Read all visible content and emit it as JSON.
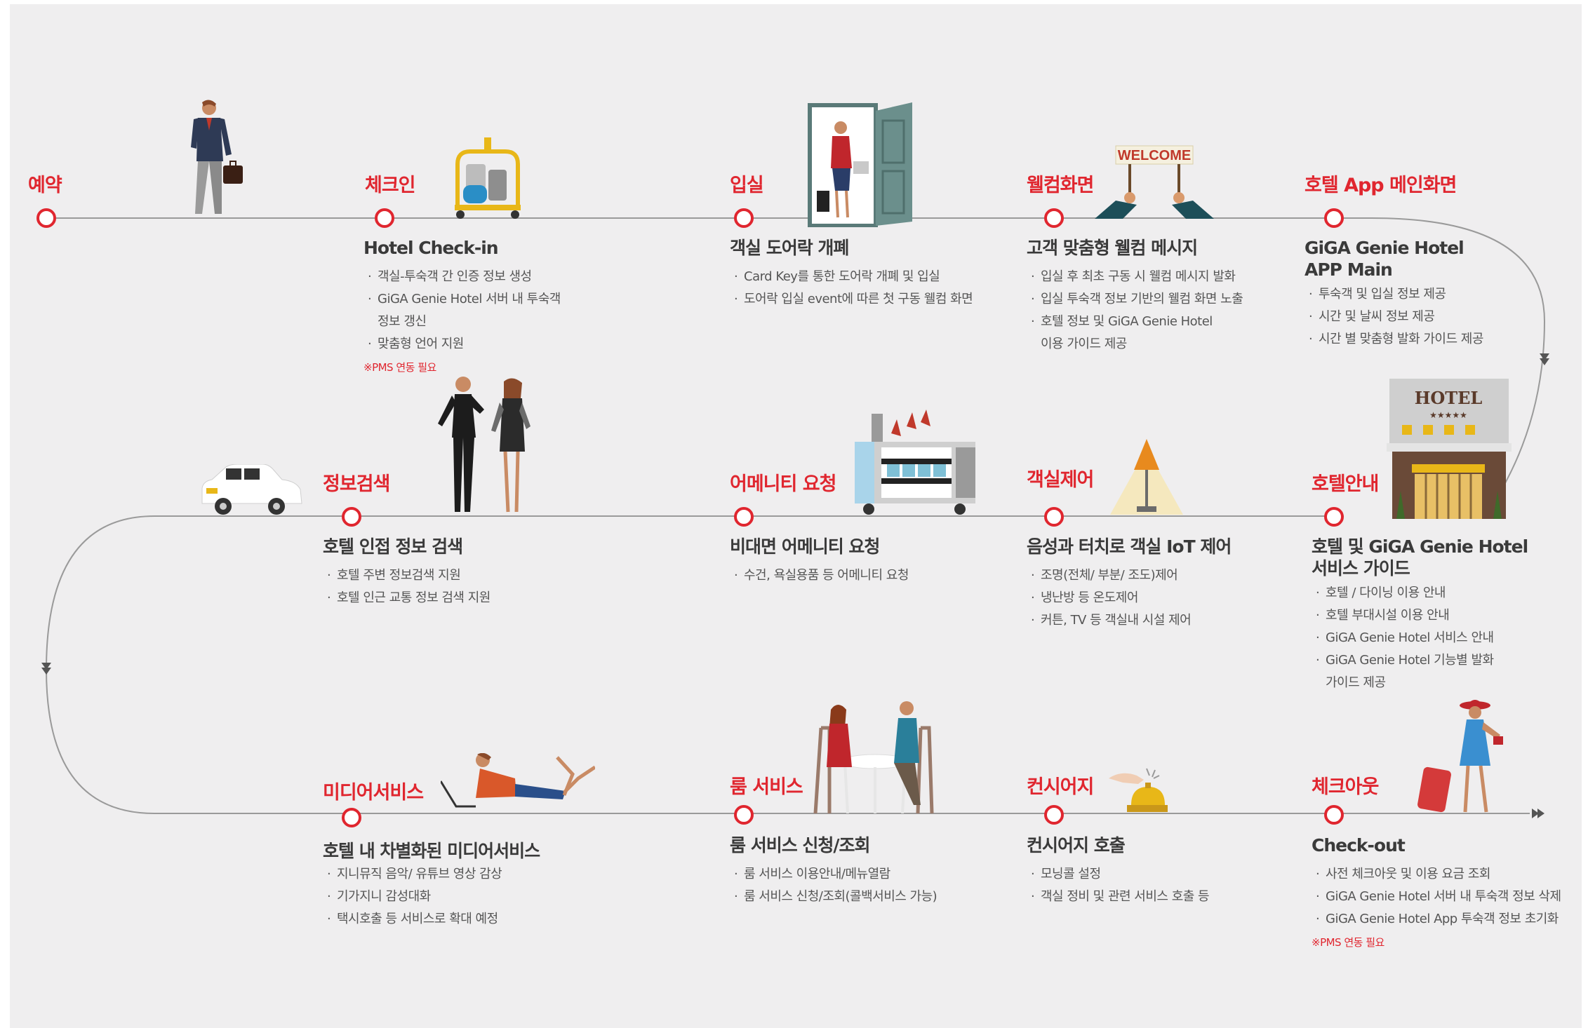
{
  "colors": {
    "accent": "#e0262f",
    "line": "#a0a0a0",
    "background": "#efeeef"
  },
  "steps": [
    {
      "id": "reserve",
      "label": "예약"
    },
    {
      "id": "checkin",
      "label": "체크인",
      "title": "Hotel Check-in",
      "items": [
        "객실-투숙객 간 인증 정보 생성",
        "GiGA Genie Hotel 서버 내 투숙객",
        "맞춤형 언어 지원"
      ],
      "item_cont": "정보 갱신",
      "note": "※PMS 연동 필요"
    },
    {
      "id": "enter",
      "label": "입실",
      "title": "객실 도어락 개폐",
      "items": [
        "Card Key를 통한 도어락 개폐 및 입실",
        "도어락 입실 event에 따른 첫 구동 웰컴 화면"
      ]
    },
    {
      "id": "welcome",
      "label": "웰컴화면",
      "title": "고객 맞춤형 웰컴 메시지",
      "items": [
        "입실 후 최초 구동 시 웰컴 메시지 발화",
        "입실 투숙객 정보 기반의 웰컴 화면 노출",
        "호텔 정보 및 GiGA Genie Hotel"
      ],
      "item_cont": "이용 가이드 제공",
      "sign": "WELCOME"
    },
    {
      "id": "appmain",
      "label": "호텔 App 메인화면",
      "title_line1": "GiGA Genie Hotel",
      "title_line2": "APP Main",
      "items": [
        "투숙객 및 입실 정보 제공",
        "시간 및 날씨 정보 제공",
        "시간 별 맞춤형 발화 가이드 제공"
      ]
    },
    {
      "id": "info",
      "label": "정보검색",
      "title": "호텔 인접 정보 검색",
      "items": [
        "호텔 주변 정보검색 지원",
        "호텔 인근 교통 정보 검색 지원"
      ]
    },
    {
      "id": "amenity",
      "label": "어메니티 요청",
      "title": "비대면 어메니티 요청",
      "items": [
        "수건, 욕실용품 등 어메니티 요청"
      ]
    },
    {
      "id": "room",
      "label": "객실제어",
      "title": "음성과 터치로 객실 IoT 제어",
      "items": [
        "조명(전체/ 부분/ 조도)제어",
        "냉난방 등 온도제어",
        "커튼, TV 등 객실내 시설 제어"
      ]
    },
    {
      "id": "guide",
      "label": "호텔안내",
      "title_line1": "호텔 및 GiGA Genie Hotel",
      "title_line2": "서비스 가이드",
      "items": [
        "호텔 / 다이닝 이용 안내",
        "호텔 부대시설 이용 안내",
        "GiGA Genie Hotel 서비스 안내",
        "GiGA Genie Hotel  기능별 발화"
      ],
      "item_cont": "가이드 제공",
      "hotel_sign": "HOTEL",
      "stars": "★★★★★"
    },
    {
      "id": "media",
      "label": "미디어서비스",
      "title": "호텔 내 차별화된 미디어서비스",
      "items": [
        "지니뮤직 음악/ 유튜브 영상 감상",
        "기가지니 감성대화",
        "택시호출 등 서비스로 확대 예정"
      ]
    },
    {
      "id": "roomservice",
      "label": "룸 서비스",
      "title": "룸 서비스 신청/조회",
      "items": [
        "룸 서비스 이용안내/메뉴열람",
        "룸 서비스 신청/조회(콜백서비스 가능)"
      ]
    },
    {
      "id": "concierge",
      "label": "컨시어지",
      "title": "컨시어지 호출",
      "items": [
        "모닝콜 설정",
        "객실 정비 및 관련 서비스 호출 등"
      ]
    },
    {
      "id": "checkout",
      "label": "체크아웃",
      "title": "Check-out",
      "items": [
        "사전 체크아웃 및 이용 요금 조회",
        "GiGA Genie Hotel 서버 내 투숙객 정보 삭제",
        "GiGA Genie Hotel App 투숙객 정보 초기화"
      ],
      "note": "※PMS 연동 필요"
    }
  ]
}
